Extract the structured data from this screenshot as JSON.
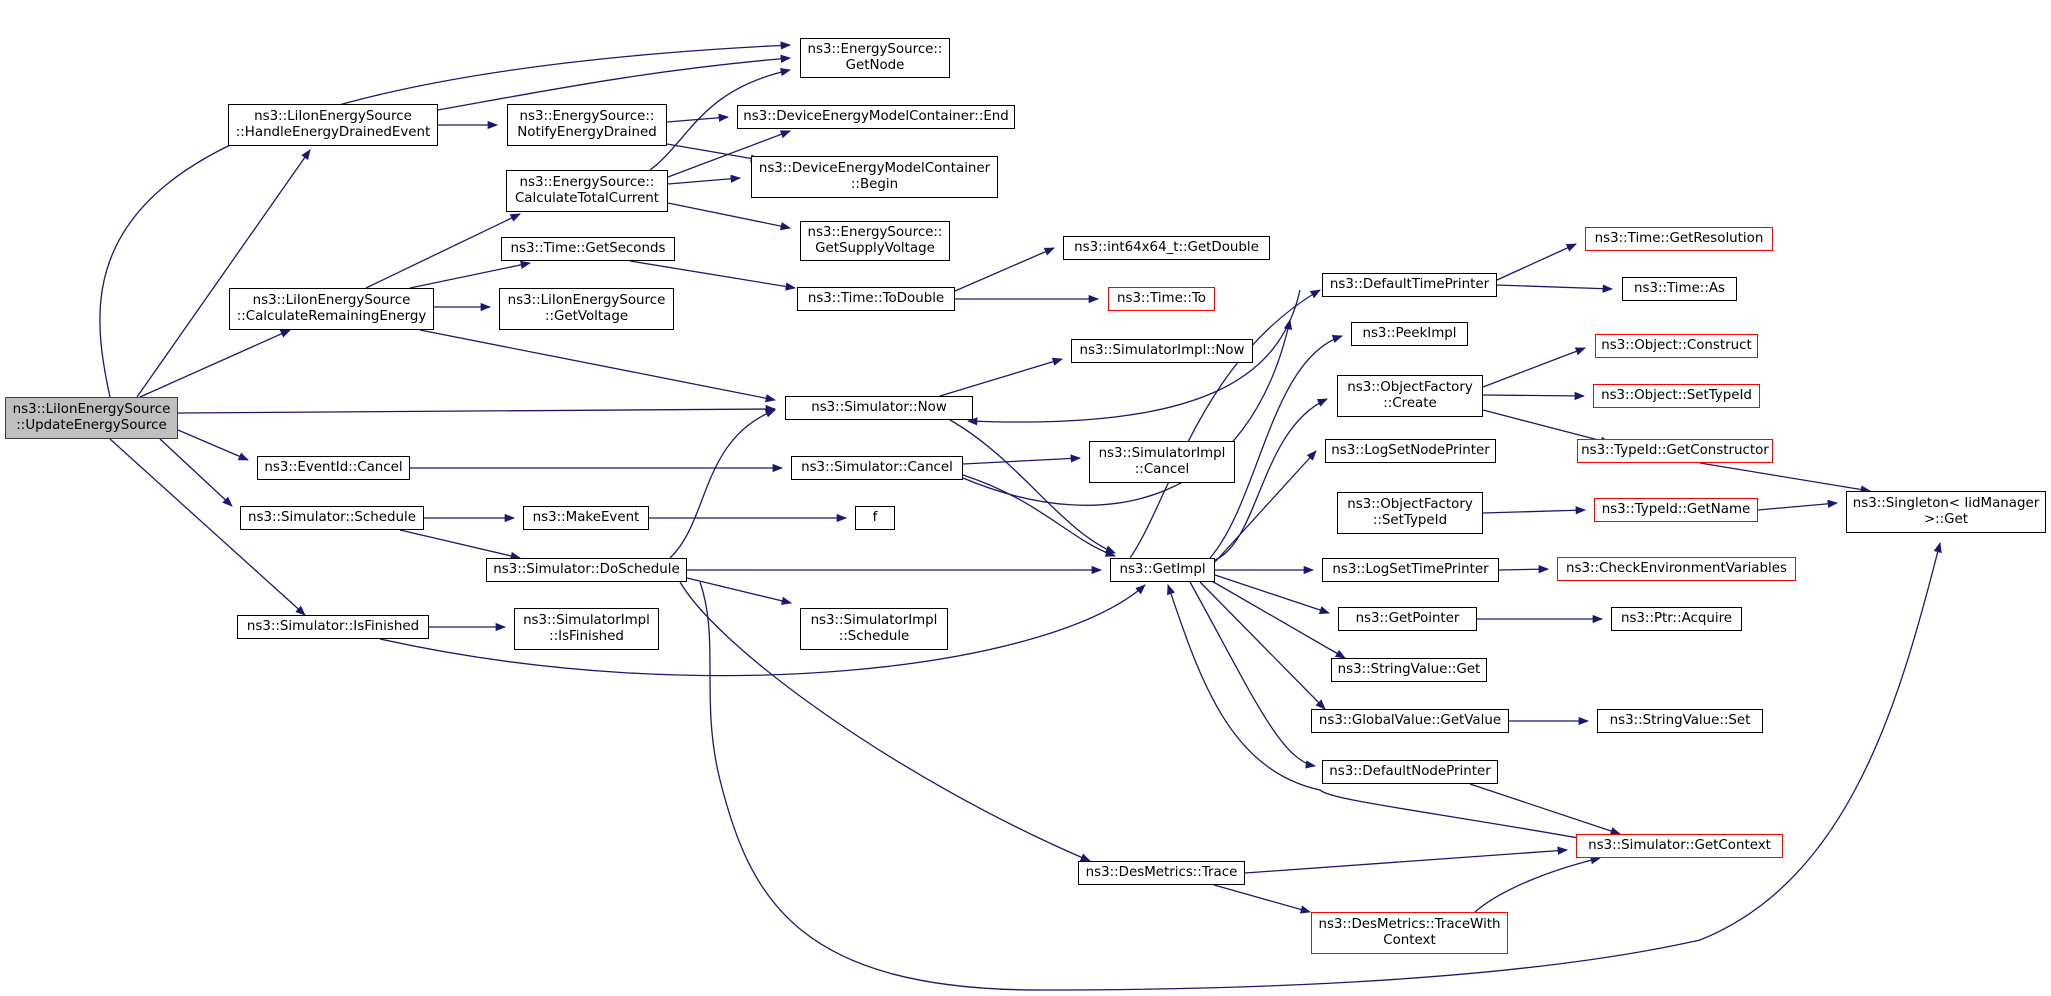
{
  "diagram": {
    "edge_color": "#191970",
    "root_fill": "#bfbfbf",
    "incomplete_border_color": "#ff0000",
    "nodes": [
      {
        "id": "n_root",
        "lines": [
          "ns3::LiIonEnergySource",
          "::UpdateEnergySource"
        ],
        "root": true
      },
      {
        "id": "n_getnode",
        "lines": [
          "ns3::EnergySource::",
          "GetNode"
        ]
      },
      {
        "id": "n_handle",
        "lines": [
          "ns3::LiIonEnergySource",
          "::HandleEnergyDrainedEvent"
        ]
      },
      {
        "id": "n_notify",
        "lines": [
          "ns3::EnergySource::",
          "NotifyEnergyDrained"
        ]
      },
      {
        "id": "n_dem_end",
        "lines": [
          "ns3::DeviceEnergyModelContainer::End"
        ]
      },
      {
        "id": "n_calc_total",
        "lines": [
          "ns3::EnergySource::",
          "CalculateTotalCurrent"
        ]
      },
      {
        "id": "n_dem_begin",
        "lines": [
          "ns3::DeviceEnergyModelContainer",
          "::Begin"
        ]
      },
      {
        "id": "n_supply",
        "lines": [
          "ns3::EnergySource::",
          "GetSupplyVoltage"
        ]
      },
      {
        "id": "n_getseconds",
        "lines": [
          "ns3::Time::GetSeconds"
        ]
      },
      {
        "id": "n_int64",
        "lines": [
          "ns3::int64x64_t::GetDouble"
        ]
      },
      {
        "id": "n_getres",
        "lines": [
          "ns3::Time::GetResolution"
        ],
        "red": true
      },
      {
        "id": "n_calc_rem",
        "lines": [
          "ns3::LiIonEnergySource",
          "::CalculateRemainingEnergy"
        ]
      },
      {
        "id": "n_getvoltage",
        "lines": [
          "ns3::LiIonEnergySource",
          "::GetVoltage"
        ]
      },
      {
        "id": "n_todouble",
        "lines": [
          "ns3::Time::ToDouble"
        ]
      },
      {
        "id": "n_to",
        "lines": [
          "ns3::Time::To"
        ],
        "red": true
      },
      {
        "id": "n_dtp",
        "lines": [
          "ns3::DefaultTimePrinter"
        ]
      },
      {
        "id": "n_as",
        "lines": [
          "ns3::Time::As"
        ]
      },
      {
        "id": "n_peek",
        "lines": [
          "ns3::PeekImpl"
        ]
      },
      {
        "id": "n_simimpl_now",
        "lines": [
          "ns3::SimulatorImpl::Now"
        ]
      },
      {
        "id": "n_construct",
        "lines": [
          "ns3::Object::Construct"
        ],
        "red": true
      },
      {
        "id": "n_sim_now",
        "lines": [
          "ns3::Simulator::Now"
        ]
      },
      {
        "id": "n_of_create",
        "lines": [
          "ns3::ObjectFactory",
          "::Create"
        ]
      },
      {
        "id": "n_settypeid",
        "lines": [
          "ns3::Object::SetTypeId"
        ],
        "red": true
      },
      {
        "id": "n_getconstructor",
        "lines": [
          "ns3::TypeId::GetConstructor"
        ],
        "red": true
      },
      {
        "id": "n_eventid_cancel",
        "lines": [
          "ns3::EventId::Cancel"
        ]
      },
      {
        "id": "n_sim_cancel",
        "lines": [
          "ns3::Simulator::Cancel"
        ]
      },
      {
        "id": "n_simimpl_cancel",
        "lines": [
          "ns3::SimulatorImpl",
          "::Cancel"
        ]
      },
      {
        "id": "n_lsnp",
        "lines": [
          "ns3::LogSetNodePrinter"
        ]
      },
      {
        "id": "n_singleton",
        "lines": [
          "ns3::Singleton< IidManager",
          ">::Get"
        ]
      },
      {
        "id": "n_of_settypeid",
        "lines": [
          "ns3::ObjectFactory",
          "::SetTypeId"
        ]
      },
      {
        "id": "n_getname",
        "lines": [
          "ns3::TypeId::GetName"
        ],
        "red": true
      },
      {
        "id": "n_sim_schedule",
        "lines": [
          "ns3::Simulator::Schedule"
        ]
      },
      {
        "id": "n_makeevent",
        "lines": [
          "ns3::MakeEvent"
        ]
      },
      {
        "id": "n_f",
        "lines": [
          "f"
        ]
      },
      {
        "id": "n_doschedule",
        "lines": [
          "ns3::Simulator::DoSchedule"
        ]
      },
      {
        "id": "n_getimpl",
        "lines": [
          "ns3::GetImpl"
        ]
      },
      {
        "id": "n_lstp",
        "lines": [
          "ns3::LogSetTimePrinter"
        ]
      },
      {
        "id": "n_checkenv",
        "lines": [
          "ns3::CheckEnvironmentVariables"
        ],
        "red": true
      },
      {
        "id": "n_getpointer",
        "lines": [
          "ns3::GetPointer"
        ]
      },
      {
        "id": "n_acquire",
        "lines": [
          "ns3::Ptr::Acquire"
        ]
      },
      {
        "id": "n_isfinished",
        "lines": [
          "ns3::Simulator::IsFinished"
        ]
      },
      {
        "id": "n_simimpl_isfinished",
        "lines": [
          "ns3::SimulatorImpl",
          "::IsFinished"
        ]
      },
      {
        "id": "n_simimpl_schedule",
        "lines": [
          "ns3::SimulatorImpl",
          "::Schedule"
        ]
      },
      {
        "id": "n_sv_get",
        "lines": [
          "ns3::StringValue::Get"
        ]
      },
      {
        "id": "n_gv_getvalue",
        "lines": [
          "ns3::GlobalValue::GetValue"
        ]
      },
      {
        "id": "n_sv_set",
        "lines": [
          "ns3::StringValue::Set"
        ]
      },
      {
        "id": "n_dnp",
        "lines": [
          "ns3::DefaultNodePrinter"
        ]
      },
      {
        "id": "n_getcontext",
        "lines": [
          "ns3::Simulator::GetContext"
        ],
        "red": true
      },
      {
        "id": "n_trace",
        "lines": [
          "ns3::DesMetrics::Trace"
        ]
      },
      {
        "id": "n_tracewith",
        "lines": [
          "ns3::DesMetrics::TraceWith",
          "Context"
        ],
        "red": true
      }
    ]
  }
}
